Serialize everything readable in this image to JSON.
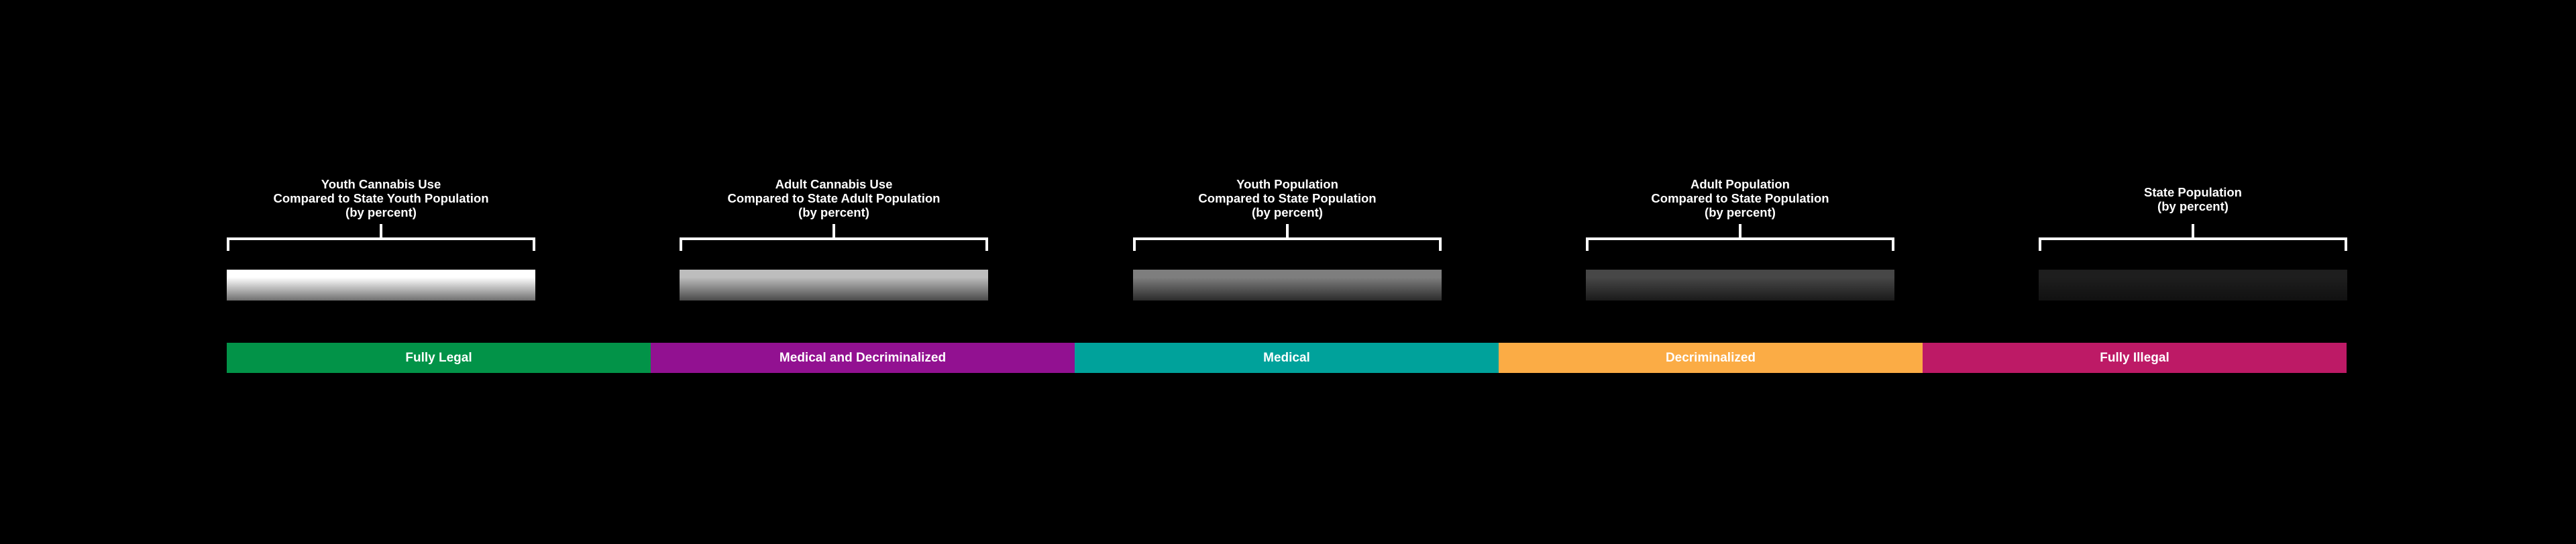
{
  "metrics": [
    {
      "lines": [
        "Youth Cannabis Use",
        "Compared to State Youth Population",
        "(by percent)"
      ],
      "swatch_top": "#ffffff",
      "swatch_bottom": "#6f6f6f"
    },
    {
      "lines": [
        "Adult Cannabis Use",
        "Compared to State Adult Population",
        "(by percent)"
      ],
      "swatch_top": "#bdbdbd",
      "swatch_bottom": "#4a4a4a"
    },
    {
      "lines": [
        "Youth Population",
        "Compared to State Population",
        "(by percent)"
      ],
      "swatch_top": "#7e7e7e",
      "swatch_bottom": "#2c2c2c"
    },
    {
      "lines": [
        "Adult Population",
        "Compared to State Population",
        "(by percent)"
      ],
      "swatch_top": "#474747",
      "swatch_bottom": "#1b1b1b"
    },
    {
      "lines": [
        "State Population",
        "(by percent)"
      ],
      "swatch_top": "#1e1e1e",
      "swatch_bottom": "#111111"
    }
  ],
  "legend": [
    {
      "label": "Fully Legal",
      "color": "#029348"
    },
    {
      "label": "Medical and Decriminalized",
      "color": "#921191"
    },
    {
      "label": "Medical",
      "color": "#00a29b"
    },
    {
      "label": "Decriminalized",
      "color": "#fbac45"
    },
    {
      "label": "Fully Illegal",
      "color": "#bd1a66"
    }
  ],
  "bracket_color": "#ffffff"
}
